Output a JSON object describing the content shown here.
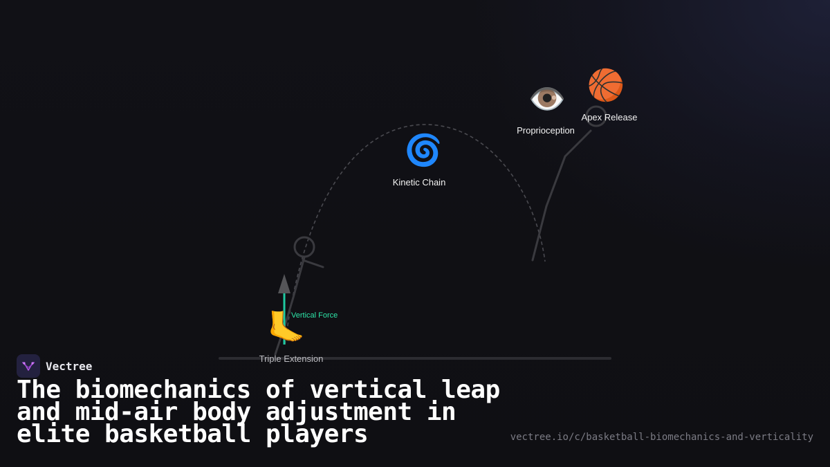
{
  "diagram": {
    "nodes": [
      {
        "id": "triple-extension",
        "label": "Triple Extension",
        "icon": "foot-icon",
        "glyph": "🦶"
      },
      {
        "id": "kinetic-chain",
        "label": "Kinetic Chain",
        "icon": "cyclone-icon",
        "glyph": "🌀"
      },
      {
        "id": "proprioception",
        "label": "Proprioception",
        "icon": "eye-icon",
        "glyph": "👁️"
      },
      {
        "id": "apex-release",
        "label": "Apex Release",
        "icon": "basketball-icon",
        "glyph": "🏀"
      }
    ],
    "force_label": "Vertical Force",
    "colors": {
      "arc": "#4a4a50",
      "figure": "#3a3a3f",
      "force_arrow": "#1fc9a0",
      "force_arrow_head": "#555558",
      "ground": "#2c2c31"
    }
  },
  "brand": {
    "name": "Vectree",
    "logo_icon": "vectree-logo-icon",
    "accent": "#b455e6"
  },
  "headline": "The biomechanics of vertical leap and mid-air body adjustment in elite basketball players",
  "source_url": "vectree.io/c/basketball-biomechanics-and-verticality"
}
